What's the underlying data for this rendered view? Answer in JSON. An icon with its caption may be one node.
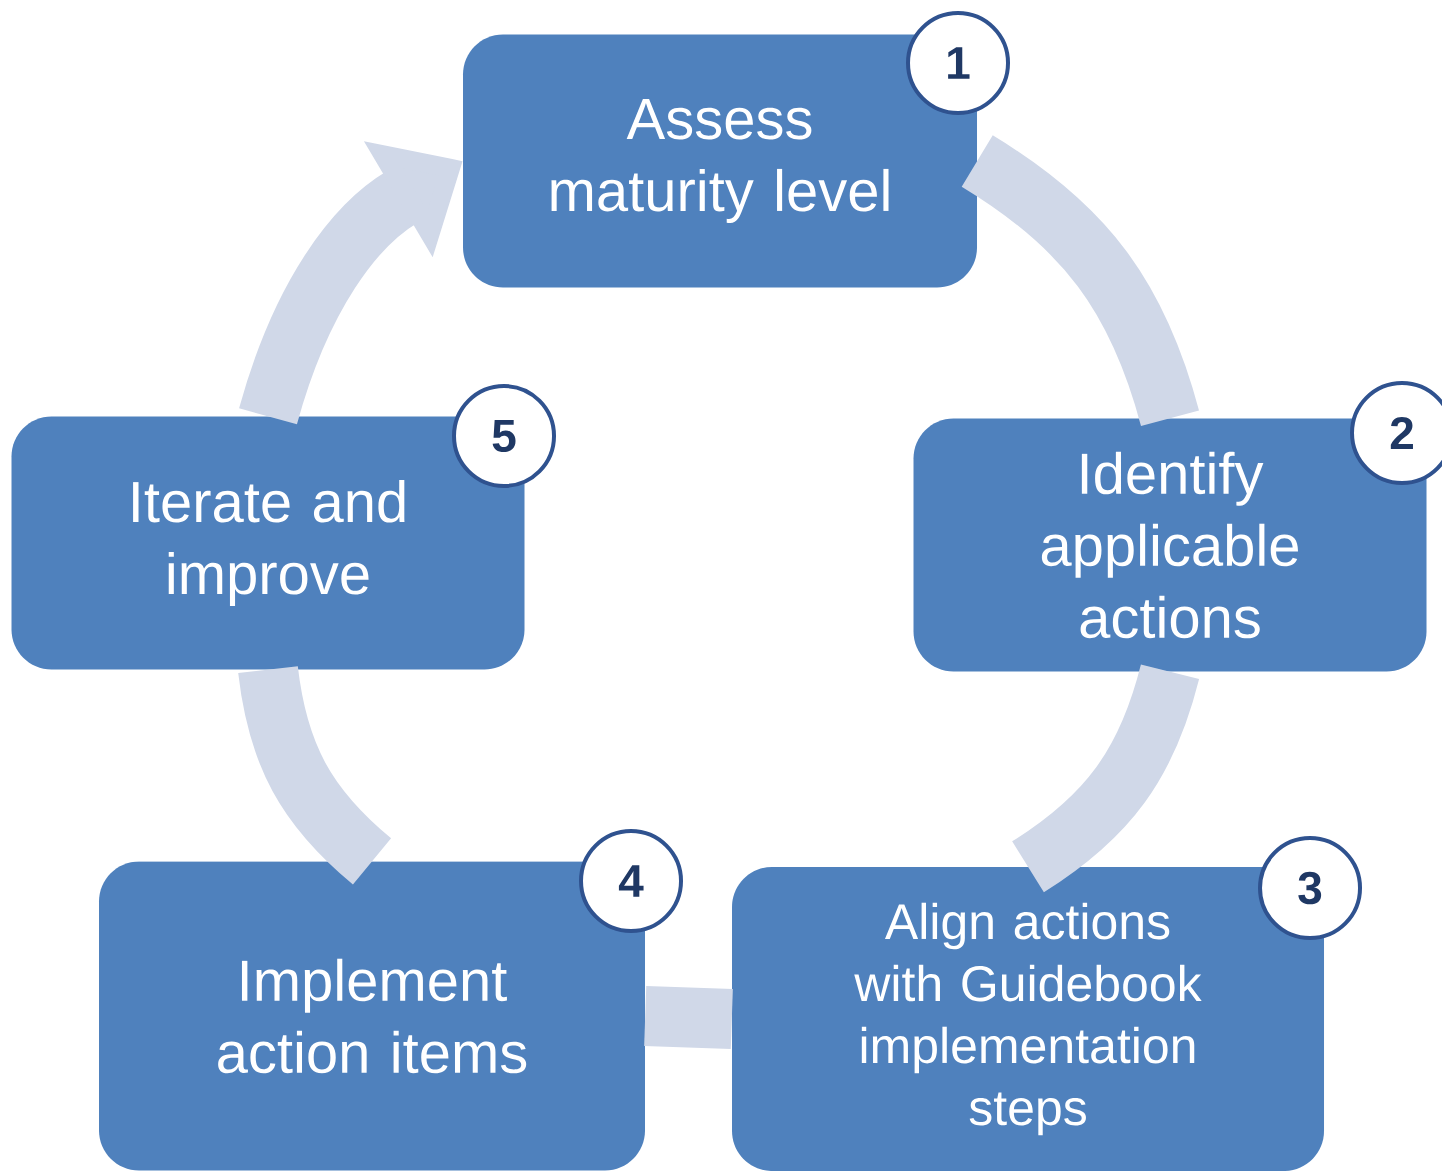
{
  "diagram": {
    "nodes": [
      {
        "text": [
          "Assess maturity level"
        ]
      },
      {
        "text": [
          "1"
        ]
      },
      {
        "text": [
          "Identify applicable actions"
        ]
      },
      {
        "text": [
          "2"
        ]
      },
      {
        "text": [
          "Align actions with Guidebook implementation steps"
        ]
      },
      {
        "text": [
          "3"
        ]
      },
      {
        "text": [
          "Implement action items"
        ]
      },
      {
        "text": [
          "4"
        ]
      },
      {
        "text": [
          "Iterate and improve"
        ]
      },
      {
        "text": [
          "5"
        ]
      }
    ],
    "edges": [
      {
        "from": 0,
        "to": 2,
        "arrow": "none"
      },
      {
        "from": 2,
        "to": 4,
        "arrow": "none"
      },
      {
        "from": 4,
        "to": 6,
        "arrow": "none"
      },
      {
        "from": 6,
        "to": 8,
        "arrow": "none"
      },
      {
        "from": 8,
        "to": 0,
        "arrow": "to"
      }
    ]
  }
}
